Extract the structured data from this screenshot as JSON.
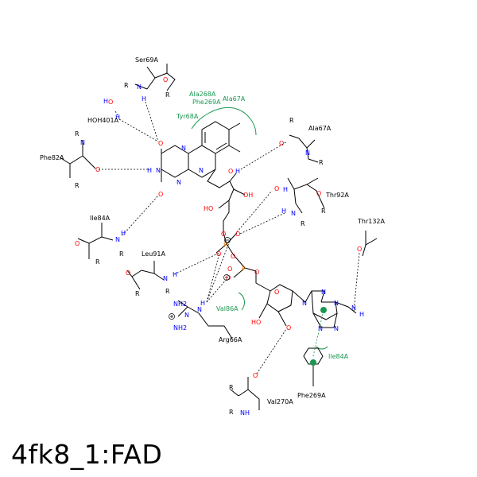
{
  "title": "4fk8_1:FAD",
  "residues": {
    "ser69": "Ser69A",
    "hoh401": "HOH401A",
    "phe82": "Phe82A",
    "ile84": "Ile84A",
    "leu91": "Leu91A",
    "arg66": "Arg66A",
    "val270": "Val270A",
    "phe269b": "Phe269A",
    "thr132": "Thr132A",
    "thr92": "Thr92A",
    "ala67b": "Ala67A"
  },
  "hydrophobic": {
    "ala268": "Ala268A",
    "phe269": "Phe269A",
    "ala67": "Ala67A",
    "tyr68": "Tyr68A",
    "val86": "Val86A",
    "ile84": "Ile84A"
  },
  "atoms": {
    "R": "R",
    "N": "N",
    "H": "H",
    "O": "O",
    "P": "P",
    "OH": "OH",
    "NH": "NH",
    "HO": "HO",
    "NH2": "NH2"
  },
  "colors": {
    "hbond": "#000000",
    "hydrophobic": "#1a9850",
    "nitrogen": "#0000ff",
    "oxygen": "#ff0000",
    "phosphorus": "#e07000"
  }
}
